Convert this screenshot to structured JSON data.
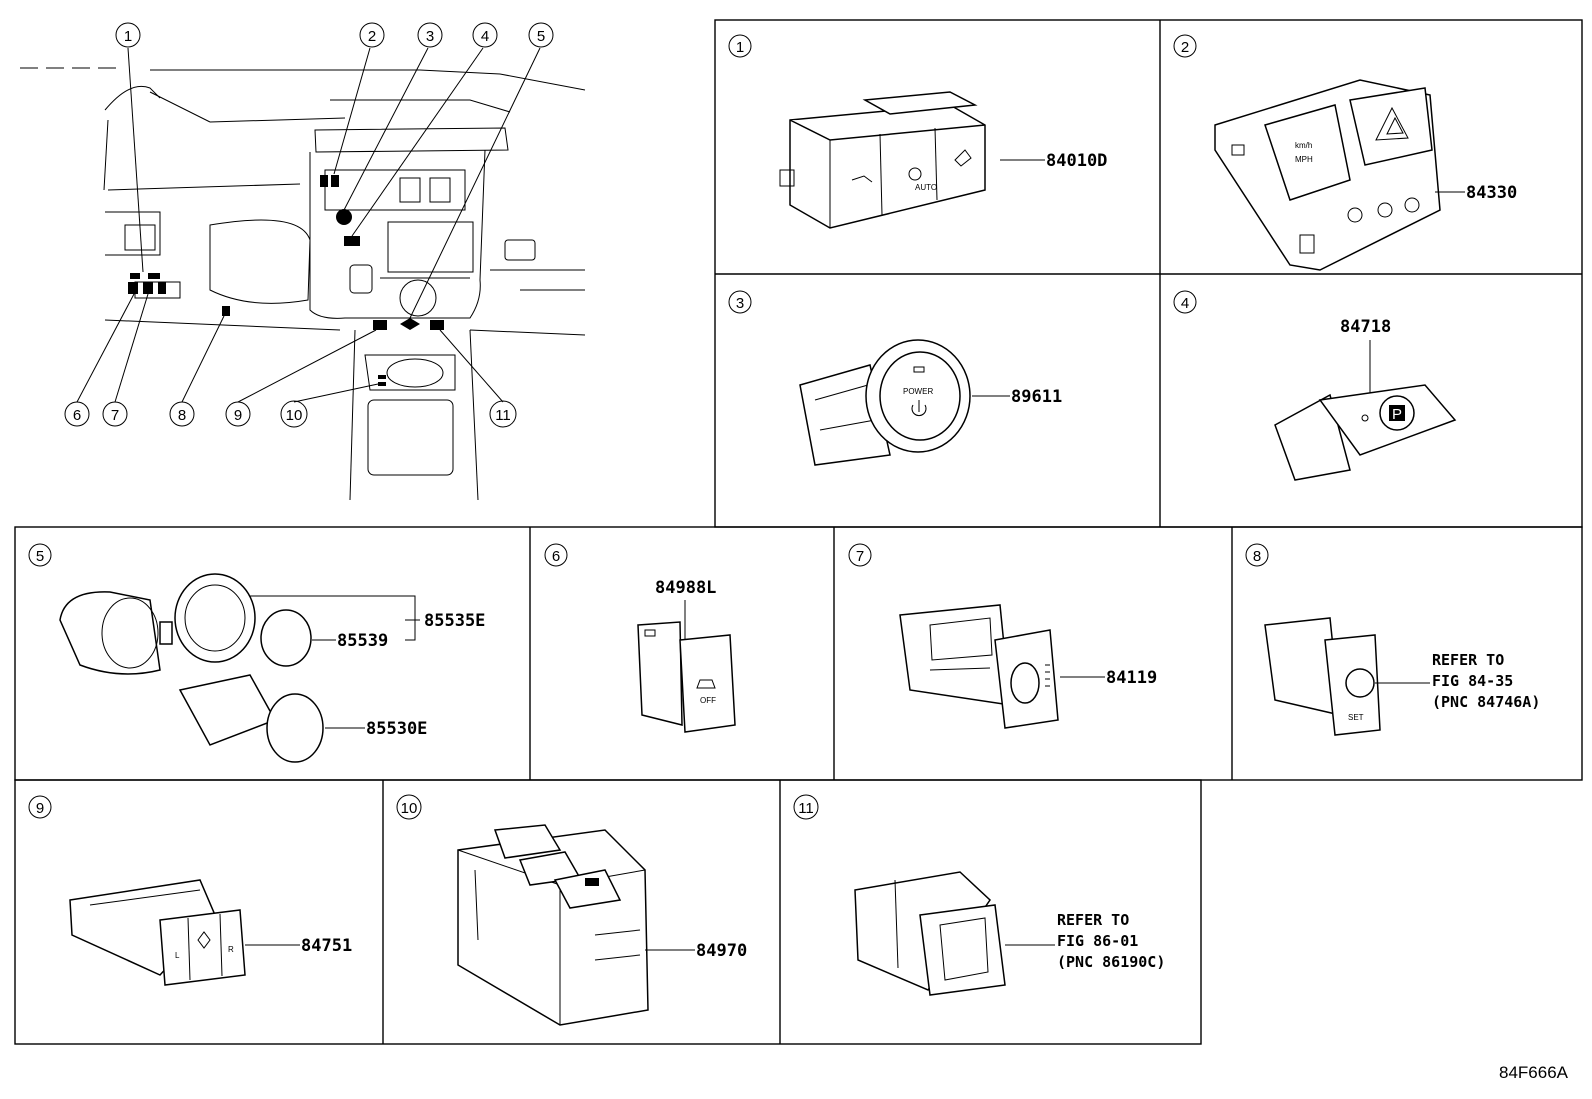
{
  "overview": {
    "callouts": [
      "1",
      "2",
      "3",
      "4",
      "5",
      "6",
      "7",
      "8",
      "9",
      "10",
      "11"
    ]
  },
  "panels": [
    {
      "num": "1",
      "parts": [
        "84010D"
      ]
    },
    {
      "num": "2",
      "parts": [
        "84330"
      ]
    },
    {
      "num": "3",
      "parts": [
        "89611"
      ]
    },
    {
      "num": "4",
      "parts": [
        "84718"
      ]
    },
    {
      "num": "5",
      "parts": [
        "85535E",
        "85539",
        "85530E"
      ]
    },
    {
      "num": "6",
      "parts": [
        "84988L"
      ]
    },
    {
      "num": "7",
      "parts": [
        "84119"
      ]
    },
    {
      "num": "8",
      "refer": [
        "REFER TO",
        "FIG 84-35",
        "(PNC 84746A)"
      ]
    },
    {
      "num": "9",
      "parts": [
        "84751"
      ]
    },
    {
      "num": "10",
      "parts": [
        "84970"
      ]
    },
    {
      "num": "11",
      "refer": [
        "REFER TO",
        "FIG 86-01",
        "(PNC 86190C)"
      ]
    }
  ],
  "switch_labels": {
    "power": "POWER",
    "auto": "AUTO",
    "off": "OFF",
    "set": "SET",
    "km_h": "km/h",
    "mph": "MPH",
    "park": "P",
    "left": "L",
    "right": "R"
  },
  "figure_code": "84F666A"
}
